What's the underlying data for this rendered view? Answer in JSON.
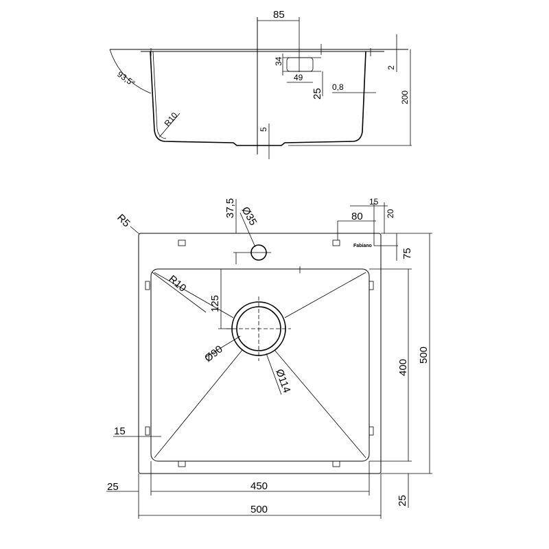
{
  "side_view": {
    "dims": {
      "opening_width": "85",
      "opening_height": "34",
      "opening_bottom": "49",
      "depth_tab": "25",
      "sheet_thickness": "0,8",
      "rim_thickness": "2",
      "bowl_depth": "200",
      "drain_drop": "5",
      "corner_radius": "R10",
      "angle": "93,5°"
    }
  },
  "top_view": {
    "brand": "Fabiano",
    "dims": {
      "corner_radius_outer": "R5",
      "tap_offset": "37,5",
      "tap_hole": "Ø35",
      "brand_width": "15",
      "brand_offset": "80",
      "brand_top": "20",
      "brand_drop": "75",
      "bowl_radius": "R10",
      "drain_offset": "125",
      "drain_inner": "Ø90",
      "drain_outer": "Ø114",
      "inner_depth": "400",
      "outer_depth": "500",
      "clip_offset": "15",
      "left_margin": "25",
      "inner_width": "450",
      "bottom_margin": "25",
      "outer_width": "500"
    }
  }
}
